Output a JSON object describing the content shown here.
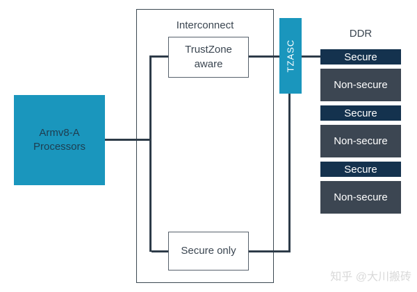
{
  "diagram": {
    "processor": {
      "label": "Armv8-A\nProcessors"
    },
    "interconnect": {
      "title": "Interconnect",
      "trustzone_aware_label": "TrustZone\naware",
      "secure_only_label": "Secure only"
    },
    "tzasc": {
      "label": "TZASC"
    },
    "ddr": {
      "title": "DDR",
      "blocks": [
        {
          "label": "Secure",
          "type": "secure"
        },
        {
          "label": "Non-secure",
          "type": "nonsecure"
        },
        {
          "label": "Secure",
          "type": "secure"
        },
        {
          "label": "Non-secure",
          "type": "nonsecure"
        },
        {
          "label": "Secure",
          "type": "secure"
        },
        {
          "label": "Non-secure",
          "type": "nonsecure"
        }
      ]
    },
    "watermark": "知乎 @大川搬砖",
    "colors": {
      "teal": "#1A96BD",
      "secure_navy": "#14324E",
      "nonsecure_slate": "#3C4652",
      "connector_line": "#2D3B48",
      "text_dark": "#3A4550"
    }
  }
}
